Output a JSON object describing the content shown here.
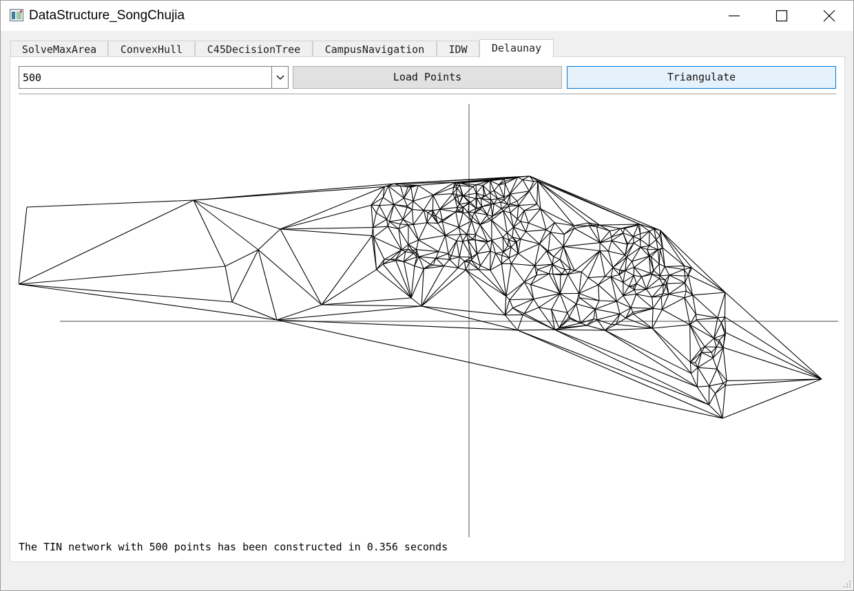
{
  "window": {
    "title": "DataStructure_SongChujia",
    "icons": {
      "app": "app-icon",
      "minimize": "minimize-icon",
      "maximize": "maximize-icon",
      "close": "close-icon"
    }
  },
  "tabs": [
    {
      "label": "SolveMaxArea",
      "active": false
    },
    {
      "label": "ConvexHull",
      "active": false
    },
    {
      "label": "C45DecisionTree",
      "active": false
    },
    {
      "label": "CampusNavigation",
      "active": false
    },
    {
      "label": "IDW",
      "active": false
    },
    {
      "label": "Delaunay",
      "active": true
    }
  ],
  "toolbar": {
    "point_count": "500",
    "load_label": "Load Points",
    "triangulate_label": "Triangulate"
  },
  "status": {
    "message": "The TIN network with 500 points has been constructed in 0.356 seconds"
  },
  "colors": {
    "accent": "#0078d7",
    "triangulate_bg": "#e5f1fb",
    "button_bg": "#e1e1e1",
    "mesh": "#000000",
    "axis": "#6e6e6e"
  }
}
